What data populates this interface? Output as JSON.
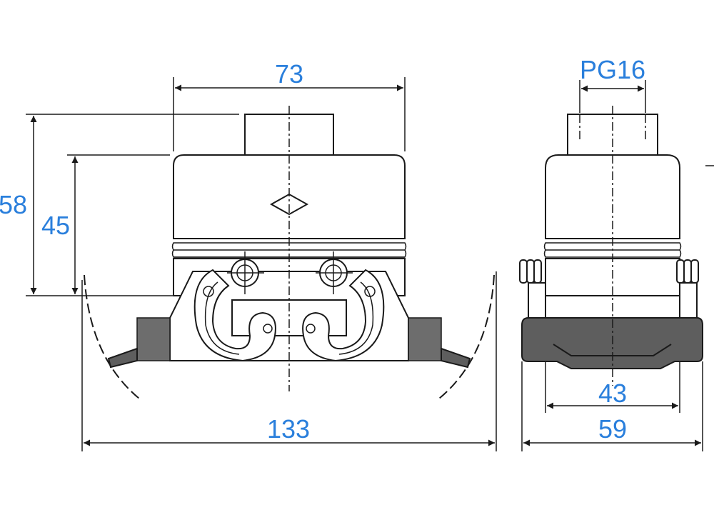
{
  "colors": {
    "dimension_text": "#2a7fdc",
    "line": "#1a1a1a",
    "grey_part": "#6d6d6d"
  },
  "dimensions": {
    "front_width": "73",
    "front_height_total": "58",
    "front_height_body": "45",
    "front_overall_width": "133",
    "side_thread": "PG16",
    "side_inner_width": "43",
    "side_overall_width": "59"
  }
}
